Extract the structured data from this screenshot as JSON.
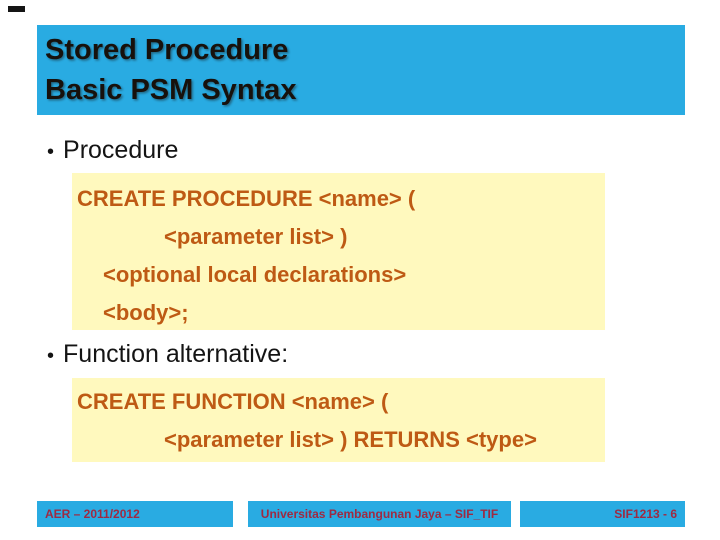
{
  "slide": {
    "title": {
      "line1": "Stored Procedure",
      "line2": "Basic PSM Syntax"
    },
    "bullets": {
      "first": "Procedure",
      "second": "Function alternative:"
    },
    "procedure_code": {
      "line1": "CREATE PROCEDURE <name> (",
      "line2": "<parameter list> )",
      "line3": "<optional local declarations>",
      "line4": "<body>;"
    },
    "function_code": {
      "line1": "CREATE FUNCTION <name> (",
      "line2": "<parameter list> ) RETURNS <type>"
    },
    "footer": {
      "left": "AER – 2011/2012",
      "center": "Universitas Pembangunan Jaya – SIF_TIF",
      "right": "SIF1213 - 6"
    },
    "bullet_glyph": "•"
  },
  "colors": {
    "header_bg": "#29ABE2",
    "title_text": "#17110C",
    "code_box_bg": "#FFF9BE",
    "code_text": "#BE5A14",
    "footer_bg": "#29ABE2",
    "footer_text": "#9E2A42",
    "body_text": "#141414",
    "slide_bg": "#FFFFFF"
  }
}
